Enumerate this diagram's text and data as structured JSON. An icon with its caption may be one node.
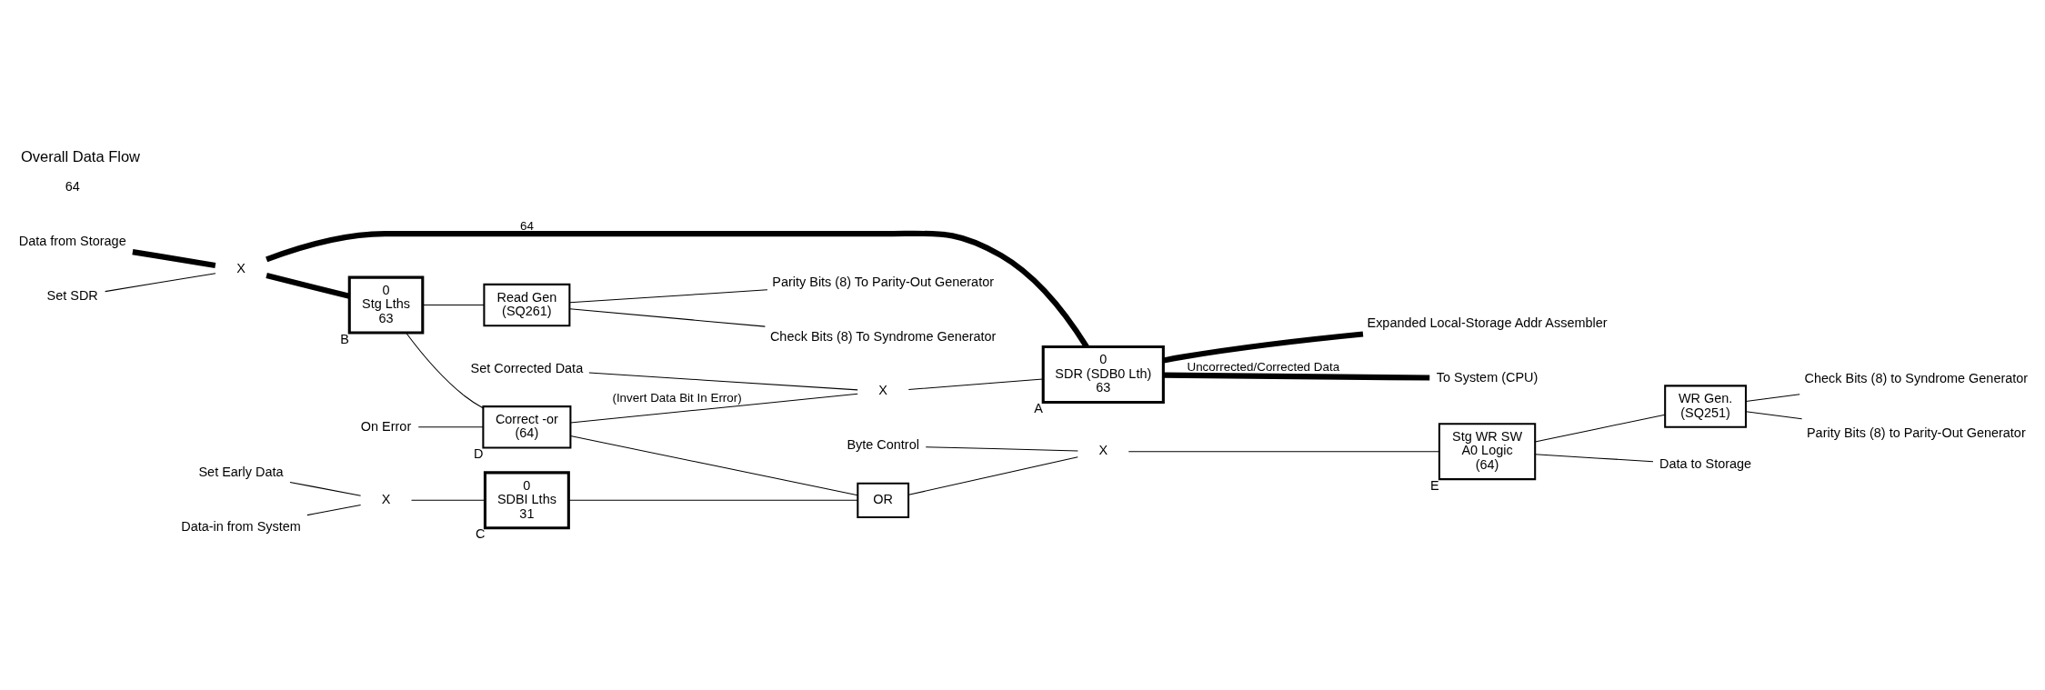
{
  "diagram": {
    "title": "Overall Data Flow",
    "nodes": [
      {
        "text": [
          "Data from Storage"
        ]
      },
      {
        "text": [
          "X"
        ]
      },
      {
        "text": [
          "Set SDR"
        ]
      },
      {
        "text": [
          "0",
          "SDR (SDB0 Lth)",
          "63"
        ],
        "beside": [
          "A"
        ]
      },
      {
        "text": [
          "0",
          "Stg Lths",
          "63"
        ],
        "beside": [
          "B"
        ]
      },
      {
        "text": [
          "To System (CPU)"
        ]
      },
      {
        "text": [
          "Expanded Local-Storage Addr Assembler"
        ]
      },
      {
        "text": [
          "Read Gen",
          "(SQ261)"
        ]
      },
      {
        "text": [
          "Check Bits (8) To Syndrome Generator"
        ]
      },
      {
        "text": [
          "Parity Bits (8) To Parity-Out Generator"
        ]
      },
      {
        "text": [
          "Correct -or",
          "(64)"
        ],
        "beside": [
          "D"
        ]
      },
      {
        "text": [
          "On Error"
        ]
      },
      {
        "text": [
          "Set Corrected Data"
        ]
      },
      {
        "text": [
          "X"
        ]
      },
      {
        "text": [
          "OR"
        ]
      },
      {
        "text": [
          "Byte Control"
        ]
      },
      {
        "text": [
          "X"
        ]
      },
      {
        "text": [
          "Stg WR SW",
          "A0 Logic",
          "(64)"
        ],
        "beside": [
          "E"
        ]
      },
      {
        "text": [
          "Set Early Data"
        ]
      },
      {
        "text": [
          "Data-in from System"
        ]
      },
      {
        "text": [
          "X"
        ]
      },
      {
        "text": [
          "0",
          "SDBI Lths",
          "31"
        ],
        "beside": [
          "C"
        ]
      },
      {
        "text": [
          "WR Gen.",
          "(SQ251)"
        ]
      },
      {
        "text": [
          "Check Bits (8) to Syndrome Generator"
        ]
      },
      {
        "text": [
          "Parity Bits (8) to Parity-Out Generator"
        ]
      },
      {
        "text": [
          "Data to Storage"
        ]
      }
    ],
    "edges": [
      {
        "from": 0,
        "to": 1,
        "arrow": "none",
        "style": "thick"
      },
      {
        "from": 2,
        "to": 1,
        "arrow": "none"
      },
      {
        "from": 1,
        "to": 3,
        "arrow": "none",
        "style": "thick",
        "label": "64"
      },
      {
        "from": 1,
        "to": 4,
        "arrow": "none",
        "style": "thick"
      },
      {
        "from": 3,
        "to": 5,
        "arrow": "none",
        "style": "thick",
        "label": "Uncorrected/Corrected Data"
      },
      {
        "from": 3,
        "to": 6,
        "arrow": "none",
        "style": "thick"
      },
      {
        "from": 4,
        "to": 7,
        "arrow": "none"
      },
      {
        "from": 7,
        "to": 8,
        "arrow": "none"
      },
      {
        "from": 7,
        "to": 9,
        "arrow": "none"
      },
      {
        "from": 4,
        "to": 10,
        "arrow": "none"
      },
      {
        "from": 11,
        "to": 10,
        "arrow": "none"
      },
      {
        "from": 10,
        "to": 14,
        "arrow": "none"
      },
      {
        "from": 10,
        "to": 13,
        "arrow": "none",
        "label": "(Invert Data Bit In Error)"
      },
      {
        "from": 12,
        "to": 13,
        "arrow": "none"
      },
      {
        "from": 13,
        "to": 3,
        "arrow": "none"
      },
      {
        "from": 18,
        "to": 20,
        "arrow": "none"
      },
      {
        "from": 19,
        "to": 20,
        "arrow": "none"
      },
      {
        "from": 20,
        "to": 21,
        "arrow": "none"
      },
      {
        "from": 21,
        "to": 14,
        "arrow": "none"
      },
      {
        "from": 14,
        "to": 16,
        "arrow": "none"
      },
      {
        "from": 15,
        "to": 16,
        "arrow": "none"
      },
      {
        "from": 16,
        "to": 17,
        "arrow": "none"
      },
      {
        "from": 17,
        "to": 22,
        "arrow": "none"
      },
      {
        "from": 17,
        "to": 25,
        "arrow": "none"
      },
      {
        "from": 22,
        "to": 23,
        "arrow": "none"
      },
      {
        "from": 22,
        "to": 24,
        "arrow": "none"
      }
    ],
    "labels": [
      "64"
    ]
  }
}
